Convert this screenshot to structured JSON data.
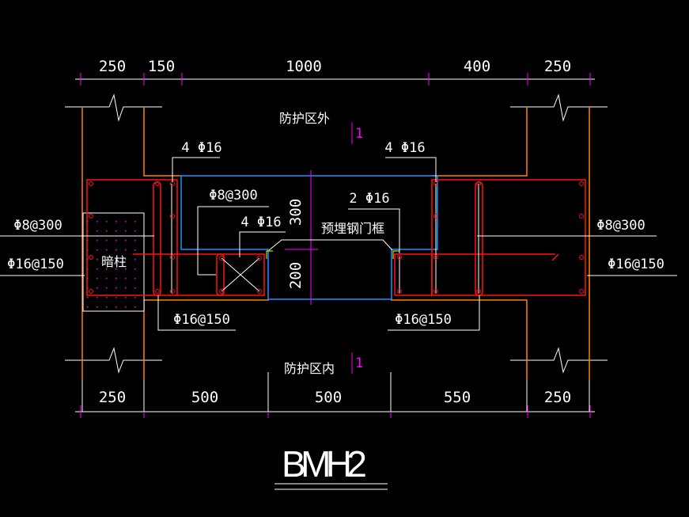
{
  "title": "BMH2",
  "top_dimensions": [
    "250",
    "150",
    "1000",
    "400",
    "250"
  ],
  "bottom_dimensions": [
    "250",
    "500",
    "500",
    "550",
    "250"
  ],
  "vertical_dimensions": [
    "300",
    "200"
  ],
  "zones": {
    "outside": "防护区外",
    "inside": "防护区内",
    "section_mark": "1"
  },
  "labels": {
    "rebar_top_left": "4 Φ16",
    "rebar_top_right": "4 Φ16",
    "stirrup_mid": "Φ8@300",
    "rebar_mid": "4 Φ16",
    "rebar_door": "2 Φ16",
    "door_frame": "预埋钢门框",
    "left_stirrup": "Φ8@300",
    "left_dist": "Φ16@150",
    "hidden_column": "暗柱",
    "right_stirrup": "Φ8@300",
    "right_dist": "Φ16@150",
    "bottom_left_dist": "Φ16@150",
    "bottom_right_dist": "Φ16@150"
  },
  "colors": {
    "wall": "#ff8000",
    "rebar": "#ff1010",
    "opening": "#1e90ff",
    "dimension": "#ff00ff"
  }
}
